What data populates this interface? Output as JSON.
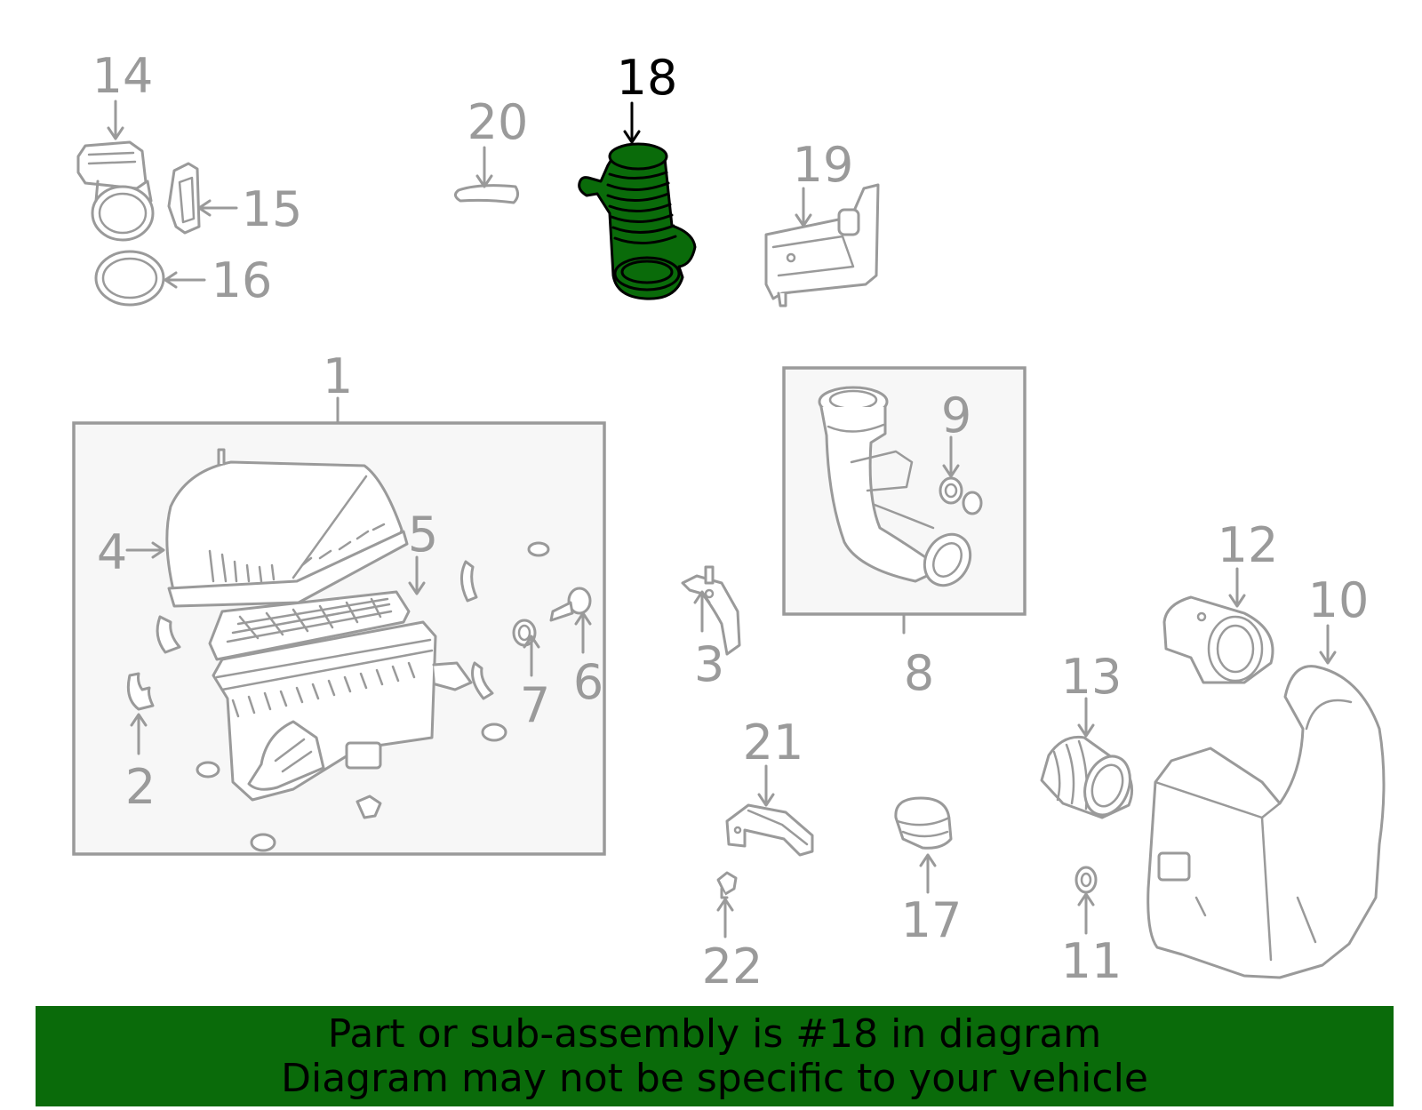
{
  "callouts": {
    "c1": "1",
    "c2": "2",
    "c3": "3",
    "c4": "4",
    "c5": "5",
    "c6": "6",
    "c7": "7",
    "c8": "8",
    "c9": "9",
    "c10": "10",
    "c11": "11",
    "c12": "12",
    "c13": "13",
    "c14": "14",
    "c15": "15",
    "c16": "16",
    "c17": "17",
    "c18": "18",
    "c19": "19",
    "c20": "20",
    "c21": "21",
    "c22": "22"
  },
  "highlighted_part": "18",
  "colors": {
    "highlight_fill": "#0a6b0a",
    "line_gray": "#9a9a9a",
    "banner_bg": "#0a6b0a"
  },
  "banner": {
    "line1": "Part or sub-assembly is #18 in diagram",
    "line2": "Diagram may not be specific to your vehicle"
  }
}
